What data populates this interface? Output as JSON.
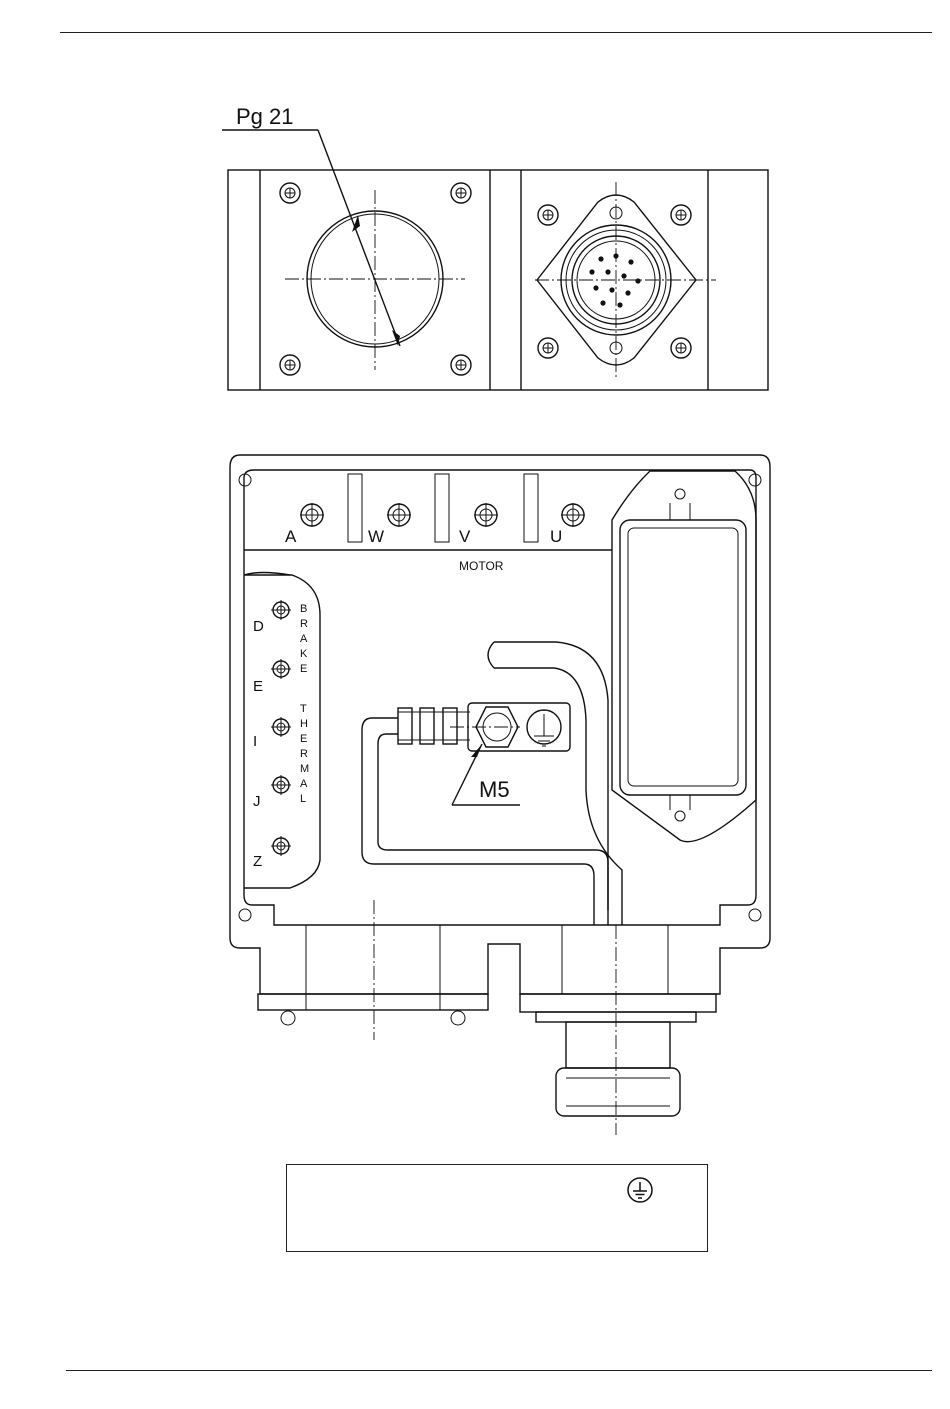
{
  "top_view": {
    "gland_label": "Pg 21"
  },
  "terminal_box": {
    "motor_terminals": [
      "A",
      "W",
      "V",
      "U"
    ],
    "motor_label": "MOTOR",
    "side_terminals": [
      "D",
      "E",
      "I",
      "J",
      "Z"
    ],
    "brake_label": [
      "B",
      "R",
      "A",
      "K",
      "E"
    ],
    "thermal_label": [
      "T",
      "H",
      "E",
      "R",
      "M",
      "A",
      "L"
    ],
    "screw_label": "M5"
  },
  "legend": {
    "icon": "protective-earth-icon"
  }
}
